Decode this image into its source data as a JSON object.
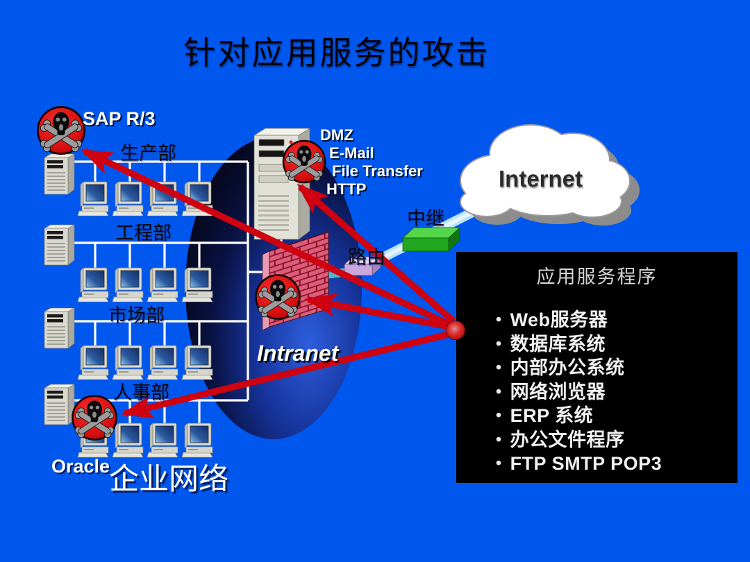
{
  "slide": {
    "title": "针对应用服务的攻击"
  },
  "diagram": {
    "internet_label": "Internet",
    "intranet_label": "Intranet",
    "enterprise_network_label": "企业网络",
    "sap_label": "SAP R/3",
    "oracle_label": "Oracle",
    "relay_label": "中继",
    "router_label": "路由",
    "departments": [
      "生产部",
      "工程部",
      "市场部",
      "人事部"
    ],
    "dmz_lines": [
      "DMZ",
      "E-Mail",
      "File Transfer",
      "HTTP"
    ]
  },
  "services_panel": {
    "title": "应用服务程序",
    "bullet": "•",
    "items": [
      "Web服务器",
      "数据库系统",
      "内部办公系统",
      "网络浏览器",
      "ERP 系统",
      "办公文件程序",
      "FTP SMTP POP3"
    ]
  },
  "colors": {
    "background": "#0057EE",
    "panel_bg": "#000000",
    "arrow_red": "#CE0210",
    "skull_circle_red": "#DD1111",
    "firewall_brick": "#DB5E78",
    "firewall_mortar": "#8E0E2C",
    "relay_box_green": "#2FBF2F",
    "router_box_lavender": "#C9A6DC",
    "intranet_sphere": "#0A1240",
    "link_band_blue": "#B9E2F6"
  }
}
